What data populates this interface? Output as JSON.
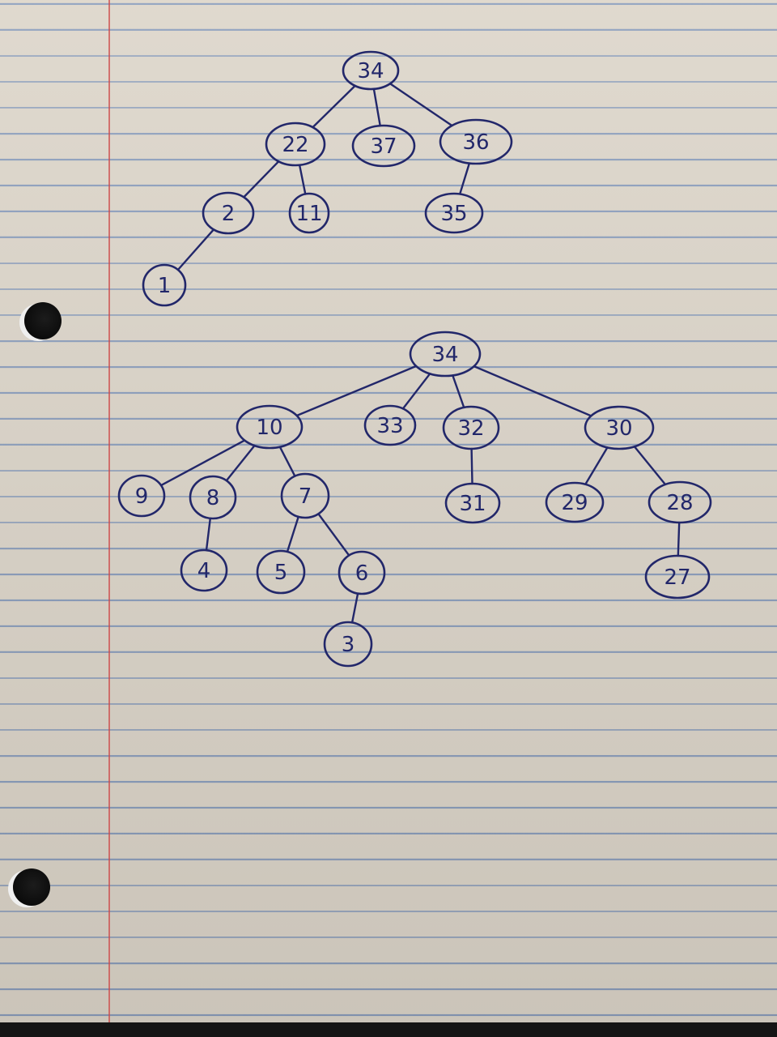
{
  "trees": [
    {
      "id": "tree-top",
      "root": "34",
      "nodes": [
        {
          "id": "t1",
          "label": "34"
        },
        {
          "id": "t2",
          "label": "22"
        },
        {
          "id": "t3",
          "label": "37"
        },
        {
          "id": "t4",
          "label": "36"
        },
        {
          "id": "t5",
          "label": "2"
        },
        {
          "id": "t6",
          "label": "11"
        },
        {
          "id": "t7",
          "label": "35"
        },
        {
          "id": "t8",
          "label": "1"
        }
      ],
      "edges": [
        [
          "t1",
          "t2"
        ],
        [
          "t1",
          "t3"
        ],
        [
          "t1",
          "t4"
        ],
        [
          "t2",
          "t5"
        ],
        [
          "t2",
          "t6"
        ],
        [
          "t4",
          "t7"
        ],
        [
          "t5",
          "t8"
        ]
      ]
    },
    {
      "id": "tree-bottom",
      "root": "34",
      "nodes": [
        {
          "id": "b1",
          "label": "34"
        },
        {
          "id": "b2",
          "label": "10"
        },
        {
          "id": "b3",
          "label": "33"
        },
        {
          "id": "b4",
          "label": "32"
        },
        {
          "id": "b5",
          "label": "30"
        },
        {
          "id": "b6",
          "label": "9"
        },
        {
          "id": "b7",
          "label": "8"
        },
        {
          "id": "b8",
          "label": "7"
        },
        {
          "id": "b9",
          "label": "31"
        },
        {
          "id": "b10",
          "label": "29"
        },
        {
          "id": "b11",
          "label": "28"
        },
        {
          "id": "b12",
          "label": "4"
        },
        {
          "id": "b13",
          "label": "5"
        },
        {
          "id": "b14",
          "label": "6"
        },
        {
          "id": "b15",
          "label": "27"
        },
        {
          "id": "b16",
          "label": "3"
        }
      ],
      "edges": [
        [
          "b1",
          "b2"
        ],
        [
          "b1",
          "b3"
        ],
        [
          "b1",
          "b4"
        ],
        [
          "b1",
          "b5"
        ],
        [
          "b2",
          "b6"
        ],
        [
          "b2",
          "b7"
        ],
        [
          "b2",
          "b8"
        ],
        [
          "b4",
          "b9"
        ],
        [
          "b5",
          "b10"
        ],
        [
          "b5",
          "b11"
        ],
        [
          "b7",
          "b12"
        ],
        [
          "b8",
          "b13"
        ],
        [
          "b8",
          "b14"
        ],
        [
          "b11",
          "b15"
        ],
        [
          "b14",
          "b16"
        ]
      ]
    }
  ],
  "colors": {
    "ink": "#22276a",
    "paper": "#dcd5c9",
    "rule": "#466eaf",
    "margin": "#cd4646"
  }
}
